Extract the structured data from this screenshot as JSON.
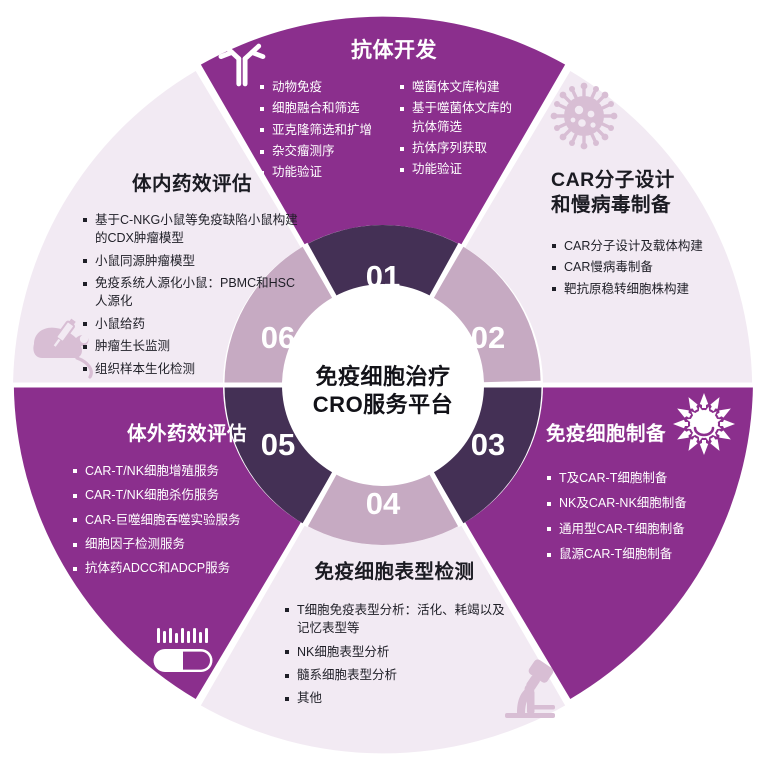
{
  "center": {
    "title_line1": "免疫细胞治疗",
    "title_line2": "CRO服务平台"
  },
  "colors": {
    "outer_purple": "#8B2F8D",
    "outer_light": "#F2EAF3",
    "inner_dark": "#443055",
    "inner_mauve": "#C6AAC2",
    "hub_white": "#FFFFFF",
    "text_dark": "#1B1B22",
    "text_light": "#FFFFFF",
    "icon_light": "#FFFFFF",
    "icon_mauve": "#D8BED4"
  },
  "segments": [
    {
      "number": "01",
      "title": "抗体开发",
      "icon": "antibody-icon",
      "outer_fill": "purple",
      "inner_fill": "dark",
      "text_style": "light",
      "columns": [
        [
          "动物免疫",
          "细胞融合和筛选",
          "亚克隆筛选和扩增",
          "杂交瘤测序",
          "功能验证"
        ],
        [
          "噬菌体文库构建",
          "基于噬菌体文库的抗体筛选",
          "抗体序列获取",
          "功能验证"
        ]
      ]
    },
    {
      "number": "02",
      "title_line1": "CAR分子设计",
      "title_line2": "和慢病毒制备",
      "icon": "virus-icon",
      "outer_fill": "light",
      "inner_fill": "mauve",
      "text_style": "dark",
      "columns": [
        [
          "CAR分子设计及载体构建",
          "CAR慢病毒制备",
          "靶抗原稳转细胞株构建"
        ]
      ]
    },
    {
      "number": "03",
      "title": "免疫细胞制备",
      "icon": "immune-cell-icon",
      "outer_fill": "purple",
      "inner_fill": "dark",
      "text_style": "light",
      "columns": [
        [
          "T及CAR-T细胞制备",
          "NK及CAR-NK细胞制备",
          "通用型CAR-T细胞制备",
          "鼠源CAR-T细胞制备"
        ]
      ]
    },
    {
      "number": "04",
      "title": "免疫细胞表型检测",
      "icon": "microscope-icon",
      "outer_fill": "light",
      "inner_fill": "mauve",
      "text_style": "dark",
      "columns": [
        [
          "T细胞免疫表型分析：活化、耗竭以及记忆表型等",
          "NK细胞表型分析",
          "髓系细胞表型分析",
          "其他"
        ]
      ]
    },
    {
      "number": "05",
      "title": "体外药效评估",
      "icon": "capsule-icon",
      "outer_fill": "purple",
      "inner_fill": "dark",
      "text_style": "light",
      "columns": [
        [
          "CAR-T/NK细胞增殖服务",
          "CAR-T/NK细胞杀伤服务",
          "CAR-巨噬细胞吞噬实验服务",
          "细胞因子检测服务",
          "抗体药ADCC和ADCP服务"
        ]
      ]
    },
    {
      "number": "06",
      "title": "体内药效评估",
      "icon": "mouse-syringe-icon",
      "outer_fill": "light",
      "inner_fill": "mauve",
      "text_style": "dark",
      "columns": [
        [
          "基于C-NKG小鼠等免疫缺陷小鼠构建的CDX肿瘤模型",
          "小鼠同源肿瘤模型",
          "免疫系统人源化小鼠：PBMC和HSC人源化",
          "小鼠给药",
          "肿瘤生长监测",
          "组织样本生化检测"
        ]
      ]
    }
  ]
}
